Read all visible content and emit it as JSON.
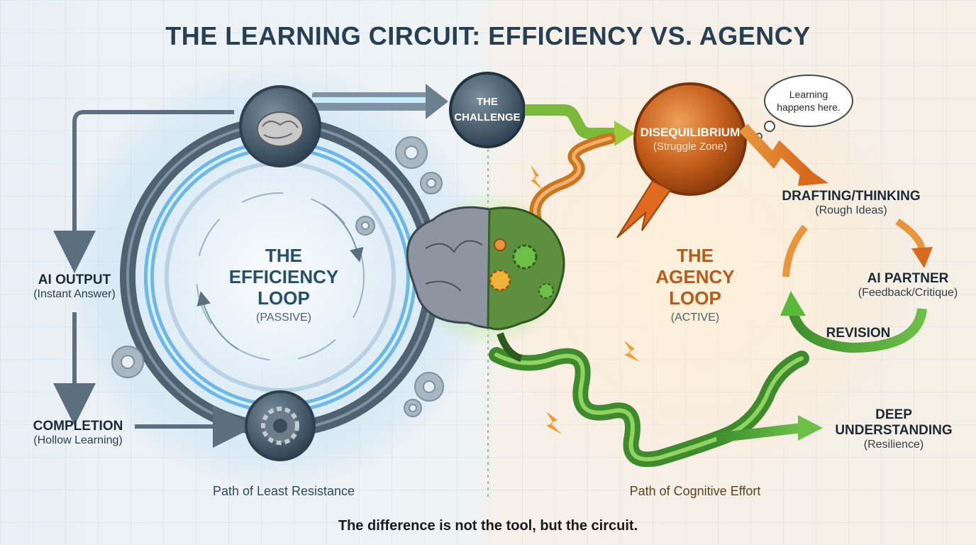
{
  "title": "THE LEARNING CIRCUIT: EFFICIENCY VS. AGENCY",
  "efficiency_loop": {
    "line1": "THE",
    "line2": "EFFICIENCY",
    "line3": "LOOP",
    "sub": "(PASSIVE)"
  },
  "agency_loop": {
    "line1": "THE",
    "line2": "AGENCY",
    "line3": "LOOP",
    "sub": "(ACTIVE)"
  },
  "challenge": {
    "line1": "THE",
    "line2": "CHALLENGE"
  },
  "disequilibrium": {
    "title": "DISEQUILIBRIUM",
    "sub": "(Struggle Zone)"
  },
  "thought_cloud": {
    "line1": "Learning",
    "line2": "happens here."
  },
  "ai_output": {
    "title": "AI OUTPUT",
    "sub": "(Instant Answer)"
  },
  "completion": {
    "title": "COMPLETION",
    "sub": "(Hollow Learning)"
  },
  "drafting": {
    "title": "DRAFTING/THINKING",
    "sub": "(Rough Ideas)"
  },
  "ai_partner": {
    "title": "AI PARTNER",
    "sub": "(Feedback/Critique)"
  },
  "revision": {
    "title": "REVISION"
  },
  "deep_understanding": {
    "line1": "DEEP",
    "line2": "UNDERSTANDING",
    "sub": "(Resilience)"
  },
  "path_left": "Path of Least Resistance",
  "path_right": "Path of Cognitive Effort",
  "footer": "The difference is not the tool, but the circuit.",
  "colors": {
    "blue_accent": "#4aa8e0",
    "steel": "#5b6f80",
    "orange_accent": "#e8782a",
    "green_accent": "#5cb83a",
    "title_text": "#263f52"
  },
  "icons": [
    "brain-icon",
    "gear-icon",
    "brain-gears-icon",
    "lightning-icon"
  ]
}
